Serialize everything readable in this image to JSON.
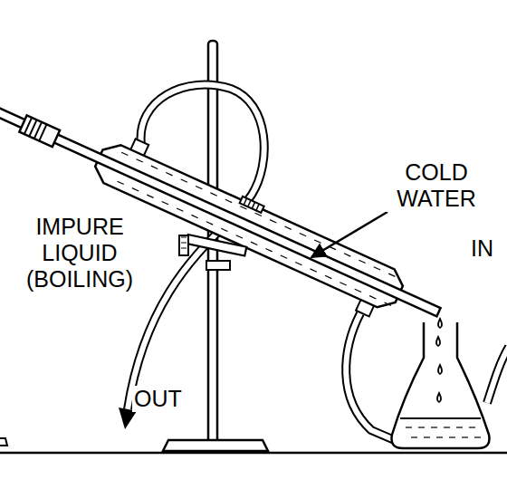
{
  "diagram": {
    "labels": [
      "IMPURE LIQUID (BOILING)",
      "COLD WATER",
      "IN",
      "OUT"
    ]
  }
}
